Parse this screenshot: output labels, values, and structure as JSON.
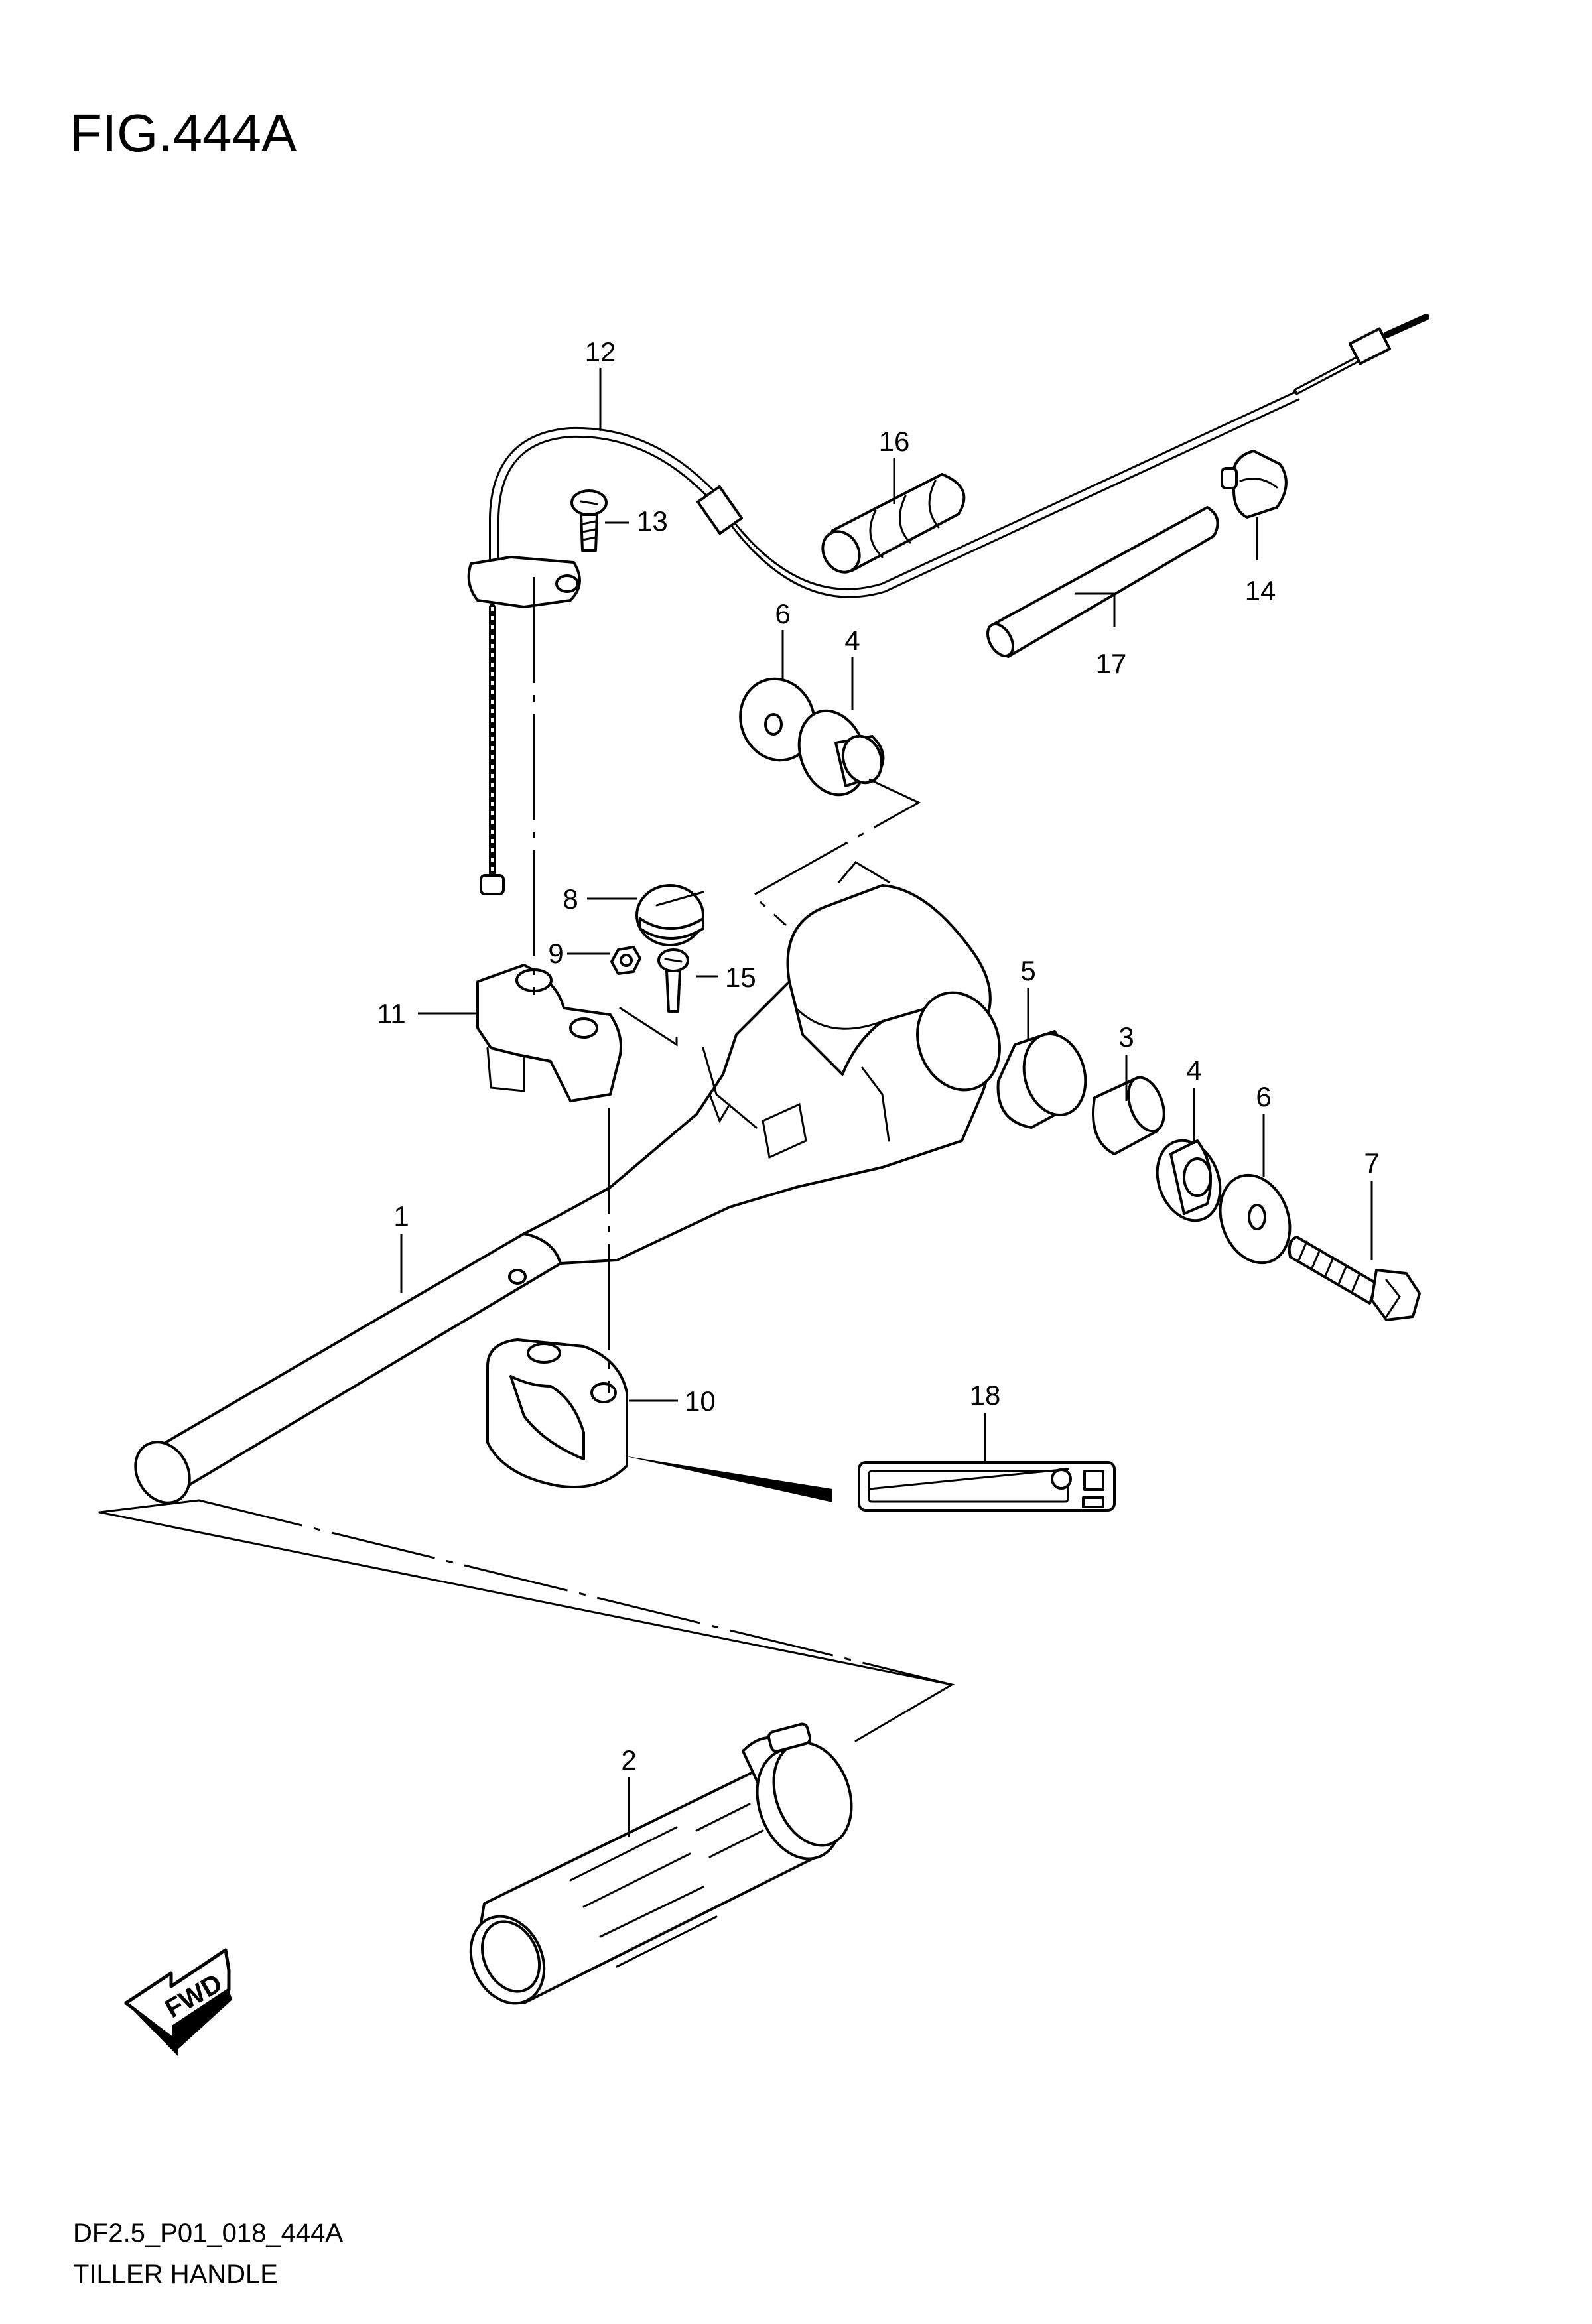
{
  "figure": {
    "title": "FIG.444A",
    "model_code": "DF2.5_P01_018_444A",
    "name": "TILLER HANDLE"
  },
  "direction_marker": {
    "label": "FWD"
  },
  "callouts": [
    "1",
    "2",
    "3",
    "4",
    "4",
    "5",
    "6",
    "6",
    "7",
    "8",
    "9",
    "10",
    "11",
    "12",
    "13",
    "14",
    "15",
    "16",
    "17",
    "18"
  ]
}
